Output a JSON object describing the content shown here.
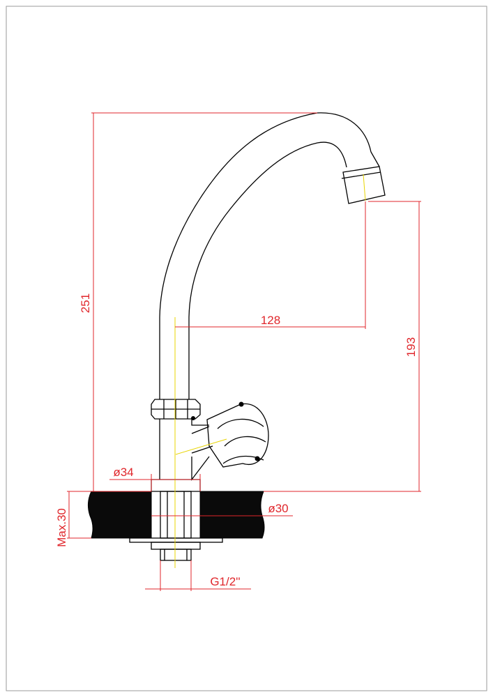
{
  "drawing": {
    "dimensions": {
      "height_total": "251",
      "reach": "128",
      "spout_height": "193",
      "base_diameter": "ø34",
      "hole_diameter": "ø30",
      "counter_thickness": "Max.30",
      "thread": "G1/2''"
    }
  },
  "colors": {
    "outline": "#000000",
    "dimension": "#e0262b",
    "centerline": "#e8d400",
    "counter_fill": "#0a0a0a",
    "frame": "#9a9a9a"
  }
}
